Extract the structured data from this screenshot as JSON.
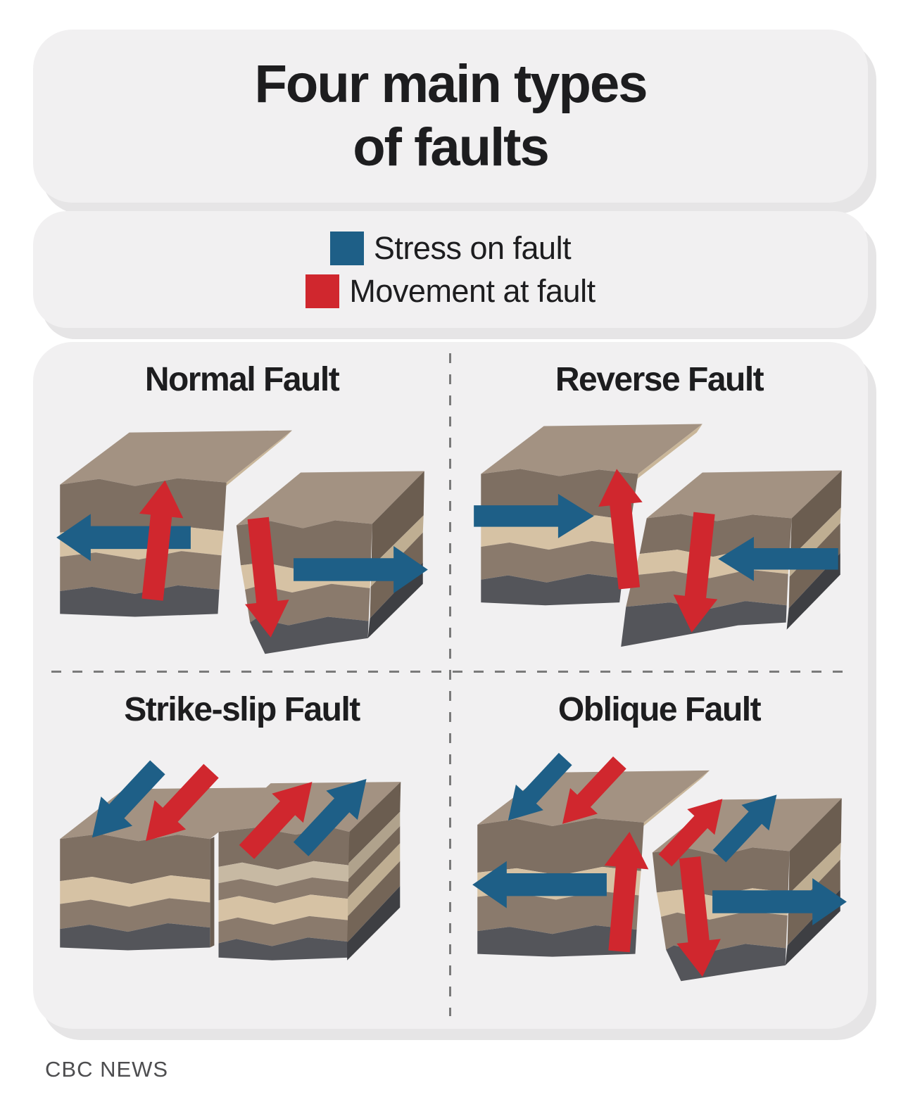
{
  "title_card": {
    "line1": "Four main types",
    "line2": "of faults"
  },
  "legend": {
    "items": [
      {
        "id": "stress",
        "label": "Stress on fault",
        "color": "#1e5f87"
      },
      {
        "id": "movement",
        "label": "Movement at fault",
        "color": "#d0272e"
      }
    ]
  },
  "panels": [
    {
      "id": "normal",
      "title": "Normal Fault",
      "arrows": {
        "stress": [
          "left-outward",
          "right-outward"
        ],
        "movement": [
          "up-on-left-block",
          "down-on-right-block"
        ]
      }
    },
    {
      "id": "reverse",
      "title": "Reverse Fault",
      "arrows": {
        "stress": [
          "right-inward",
          "left-inward"
        ],
        "movement": [
          "up-on-left-block",
          "down-on-right-block"
        ]
      }
    },
    {
      "id": "strike_slip",
      "title": "Strike-slip Fault",
      "arrows": {
        "stress": [
          "down-left-on-left-block",
          "up-right-on-right-block"
        ],
        "movement": [
          "down-left-on-left-block",
          "up-right-on-right-block"
        ]
      }
    },
    {
      "id": "oblique",
      "title": "Oblique Fault",
      "arrows": {
        "stress": [
          "down-left-on-left-block",
          "up-right-on-right-block",
          "left-outward",
          "right-outward"
        ],
        "movement": [
          "down-left-on-left-block",
          "up-right-on-right-block",
          "up-on-left-block",
          "down-on-right-block"
        ]
      }
    }
  ],
  "footer": {
    "credit": "CBC NEWS"
  },
  "colors": {
    "page_bg": "#ffffff",
    "card_bg": "#f1f0f1",
    "card_shadow": "#e6e5e6",
    "heading_text": "#1d1d1f",
    "footer_text": "#4d4d4f",
    "divider": "#7a7a7a",
    "stress_blue": "#1e5f87",
    "movement_red": "#d0272e",
    "rock_top": "#a39282",
    "rock_upper": "#7e6f62",
    "rock_cream": "#d6c2a4",
    "rock_light_band": "#c7b9a3",
    "rock_mid": "#8a7a6c",
    "rock_base": "#54555a",
    "rock_side_upper": "#6b5d50",
    "rock_side_cream": "#bfae92",
    "rock_side_mid": "#746557",
    "rock_side_light": "#b0a28c",
    "rock_side_base": "#3e3f43",
    "fault_sliver": "#c9b699",
    "fault_shadow": "#6a5d52"
  }
}
